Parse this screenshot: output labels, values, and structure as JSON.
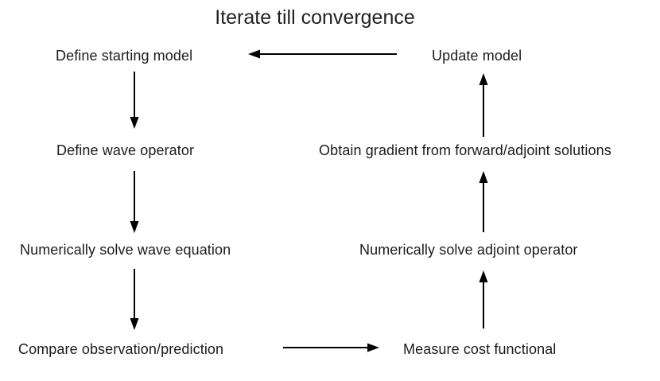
{
  "diagram": {
    "title": "Iterate till convergence",
    "nodes": [
      {
        "id": "define-starting-model",
        "label": "Define starting model"
      },
      {
        "id": "update-model",
        "label": "Update model"
      },
      {
        "id": "define-wave-operator",
        "label": "Define wave operator"
      },
      {
        "id": "obtain-gradient",
        "label": "Obtain gradient from forward/adjoint solutions"
      },
      {
        "id": "solve-wave-equation",
        "label": "Numerically solve wave equation"
      },
      {
        "id": "solve-adjoint-operator",
        "label": "Numerically solve adjoint operator"
      },
      {
        "id": "compare-observation-prediction",
        "label": "Compare observation/prediction"
      },
      {
        "id": "measure-cost-functional",
        "label": "Measure cost functional"
      }
    ],
    "edges": [
      {
        "from": "define-starting-model",
        "to": "define-wave-operator",
        "direction": "down"
      },
      {
        "from": "define-wave-operator",
        "to": "solve-wave-equation",
        "direction": "down"
      },
      {
        "from": "solve-wave-equation",
        "to": "compare-observation-prediction",
        "direction": "down"
      },
      {
        "from": "compare-observation-prediction",
        "to": "measure-cost-functional",
        "direction": "right"
      },
      {
        "from": "measure-cost-functional",
        "to": "solve-adjoint-operator",
        "direction": "up"
      },
      {
        "from": "solve-adjoint-operator",
        "to": "obtain-gradient",
        "direction": "up"
      },
      {
        "from": "obtain-gradient",
        "to": "update-model",
        "direction": "up"
      },
      {
        "from": "update-model",
        "to": "define-starting-model",
        "direction": "left"
      }
    ],
    "colors": {
      "background": "#ffffff",
      "text": "#1c1c1c",
      "arrow": "#000000"
    }
  }
}
